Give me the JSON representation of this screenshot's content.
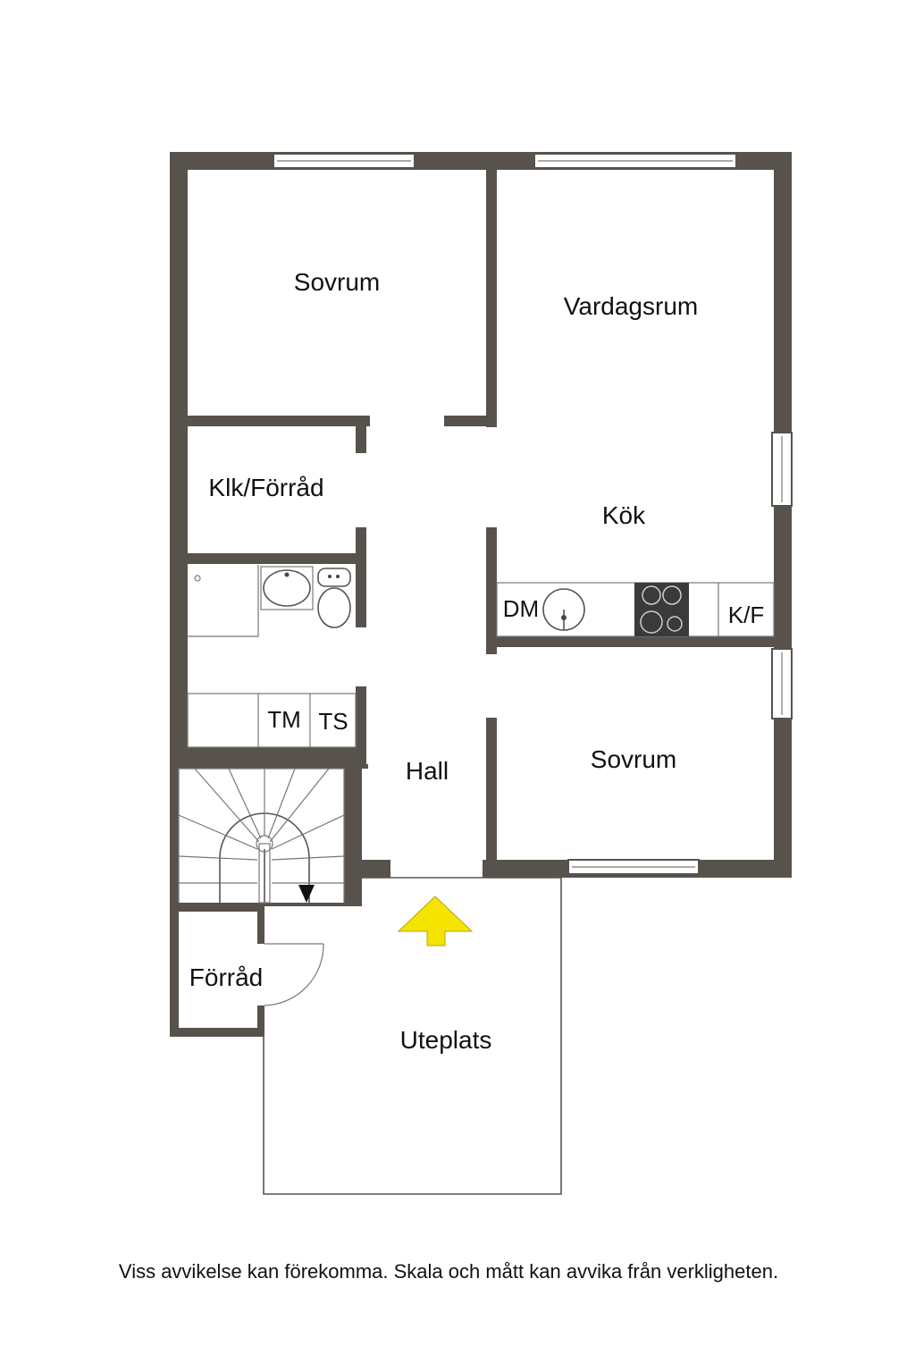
{
  "rooms": {
    "sovrum_top": "Sovrum",
    "vardagsrum": "Vardagsrum",
    "klk_forrad": "Klk/Förråd",
    "kok": "Kök",
    "hall": "Hall",
    "sovrum_bottom": "Sovrum",
    "forrad": "Förråd",
    "uteplats": "Uteplats"
  },
  "fixtures": {
    "dm": "DM",
    "kf": "K/F",
    "tm": "TM",
    "ts": "TS"
  },
  "footer": {
    "disclaimer": "Viss avvikelse kan förekomma. Skala och mått kan avvika från verkligheten."
  },
  "colors": {
    "wall": "#57534c",
    "entrance_arrow": "#f5e400"
  },
  "icons": {
    "entrance": "entrance-arrow-icon",
    "stove": "stove-icon",
    "sink": "sink-icon",
    "toilet": "toilet-icon",
    "stairs": "staircase-icon"
  }
}
